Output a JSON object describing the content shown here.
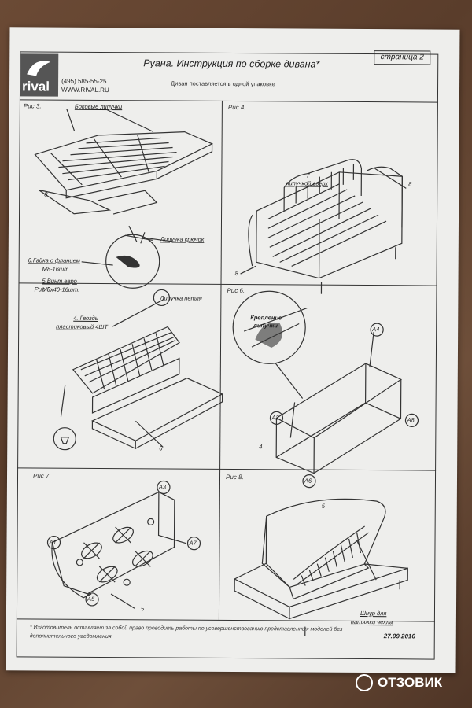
{
  "header": {
    "logo_text": "rival",
    "phone": "(495) 585-55-25",
    "site": "WWW.RIVAL.RU",
    "title": "Руана. Инструкция по сборке дивана*",
    "subtitle": "Диван поставляется в одной упаковке",
    "page": "страница 2"
  },
  "figures": [
    {
      "label": "Рис 3.",
      "callouts": [
        "Боковые липучки",
        "Липучка крючок",
        "6.Гайка с фланцем",
        "М8-16шт.",
        "5.Винт евро",
        "М8х40-16шт.",
        "Липучка петля"
      ],
      "numbers": [
        "8"
      ]
    },
    {
      "label": "Рис 4.",
      "callouts": [
        "7",
        "липучкой вверх"
      ],
      "numbers": [
        "8",
        "8"
      ]
    },
    {
      "label": "Рис 5.",
      "callouts": [
        "4. Гвоздь",
        "пластиковый 4ШТ"
      ],
      "numbers": [
        "6"
      ]
    },
    {
      "label": "Рис 6.",
      "callouts": [
        "Крепление",
        "липучки"
      ],
      "markers": [
        "А4",
        "А2",
        "А8",
        "А6"
      ],
      "numbers": [
        "4"
      ]
    },
    {
      "label": "Рис 7.",
      "markers": [
        "А3",
        "А1",
        "А7",
        "А5"
      ],
      "numbers": [
        "5"
      ]
    },
    {
      "label": "Рис 8.",
      "callouts": [
        "Шнур для",
        "натяжки чехла"
      ],
      "numbers": [
        "5"
      ]
    }
  ],
  "footer": {
    "note": "* Изготовитель оставляет за собой право проводить работы по усовершенствованию представленных моделей без дополнительного уведомления.",
    "date": "27.09.2016"
  },
  "watermark": "ОТЗОВИК",
  "colors": {
    "paper": "#eeeeec",
    "ink": "#333333",
    "background": "#5a3d2b"
  }
}
